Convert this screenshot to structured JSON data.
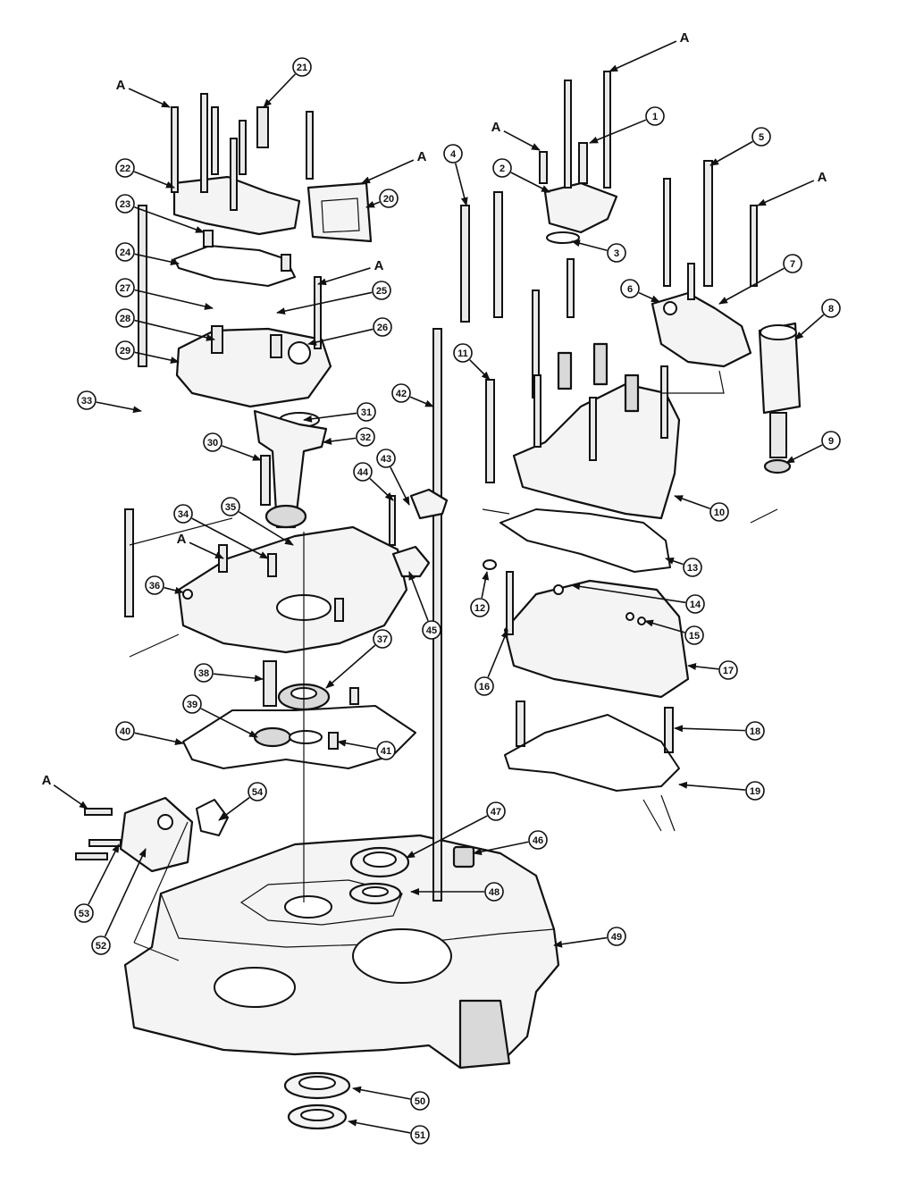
{
  "diagram": {
    "type": "exploded-parts-view",
    "callout_label_A": "A",
    "callout_numbers": [
      "1",
      "2",
      "3",
      "4",
      "5",
      "6",
      "7",
      "8",
      "9",
      "10",
      "11",
      "12",
      "13",
      "14",
      "15",
      "16",
      "17",
      "18",
      "19",
      "20",
      "21",
      "22",
      "23",
      "24",
      "25",
      "26",
      "27",
      "28",
      "29",
      "30",
      "31",
      "32",
      "33",
      "34",
      "35",
      "36",
      "37",
      "38",
      "39",
      "40",
      "41",
      "42",
      "43",
      "44",
      "45",
      "46",
      "47",
      "48",
      "49",
      "50",
      "51",
      "52",
      "53",
      "54"
    ]
  }
}
